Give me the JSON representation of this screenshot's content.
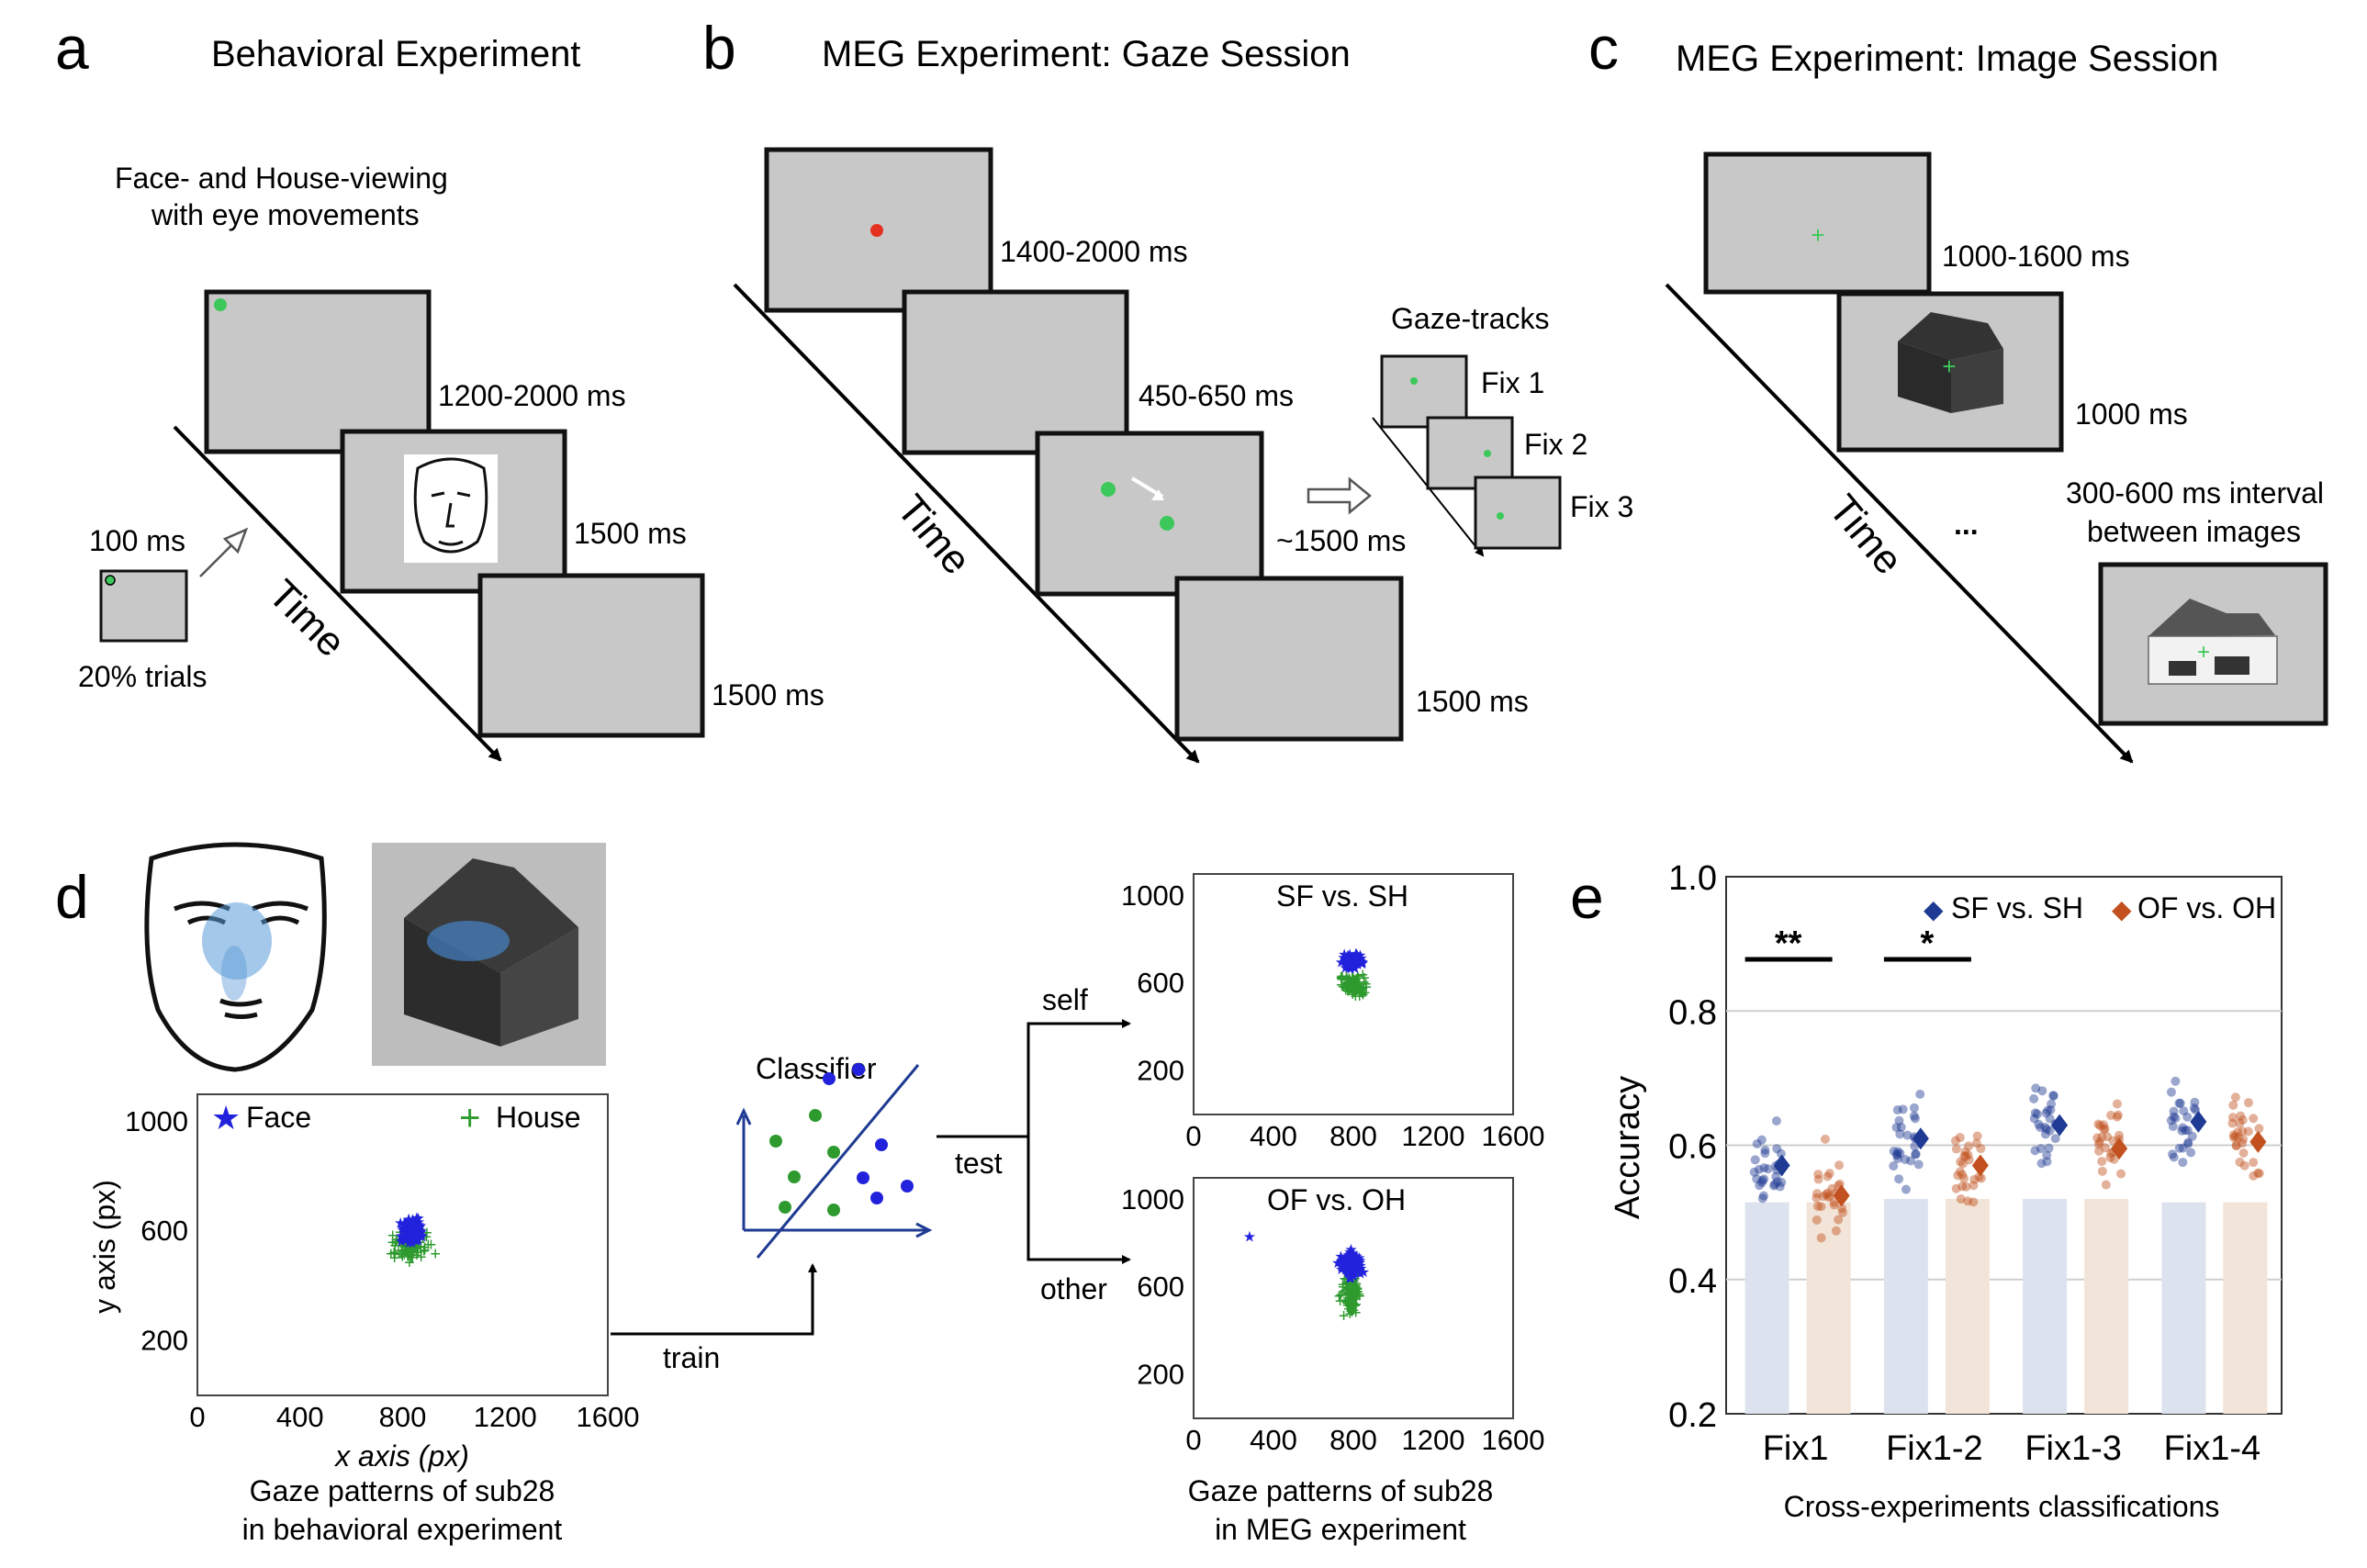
{
  "panels": {
    "a": {
      "letter": "a",
      "title": "Behavioral Experiment",
      "desc_line1": "Face- and House-viewing",
      "desc_line2": "with eye movements",
      "t1": "1200-2000 ms",
      "t2": "1500 ms",
      "t3": "1500 ms",
      "probe_time": "100 ms",
      "probe_trials": "20% trials",
      "time_label": "Time"
    },
    "b": {
      "letter": "b",
      "title": "MEG Experiment: Gaze Session",
      "t1": "1400-2000 ms",
      "t2": "450-650 ms",
      "t3": "~1500 ms",
      "t4": "1500 ms",
      "time_label": "Time",
      "gaze_tracks_label": "Gaze-tracks",
      "fix1": "Fix 1",
      "fix2": "Fix 2",
      "fix3": "Fix 3"
    },
    "c": {
      "letter": "c",
      "title": "MEG Experiment: Image Session",
      "t1": "1000-1600 ms",
      "t2": "1000 ms",
      "interval_line1": "300-600 ms interval",
      "interval_line2": "between images",
      "ellipsis": "...",
      "time_label": "Time"
    },
    "d": {
      "letter": "d",
      "legend_face": "Face",
      "legend_house": "House",
      "xlabel": "x axis (px)",
      "ylabel": "y axis (px)",
      "caption_behav_line1": "Gaze patterns of sub28",
      "caption_behav_line2": "in behavioral experiment",
      "caption_meg_line1": "Gaze patterns of sub28",
      "caption_meg_line2": "in MEG experiment",
      "classifier_label": "Classifier",
      "train_label": "train",
      "test_label": "test",
      "self_label": "self",
      "other_label": "other",
      "plot_self_title": "SF vs. SH",
      "plot_other_title": "OF vs. OH",
      "x_ticks": [
        "0",
        "400",
        "800",
        "1200",
        "1600"
      ],
      "y_ticks": [
        "1000",
        "600",
        "200"
      ]
    },
    "e": {
      "letter": "e",
      "ylabel": "Accuracy",
      "xlabel": "Cross-experiments classifications",
      "legend_self": "SF vs. SH",
      "legend_other": "OF vs. OH",
      "sig1": "**",
      "sig2": "*"
    }
  },
  "colors": {
    "self_series": "#1f3a93",
    "other_series": "#c2511f",
    "face_marker": "#2222dd",
    "house_marker": "#2e9a2e",
    "fixation_green": "#3cc85a",
    "fixation_red": "#e53020",
    "screen_gray": "#c8c8c8"
  },
  "chart_data": {
    "type": "bar",
    "categories": [
      "Fix1",
      "Fix1-2",
      "Fix1-3",
      "Fix1-4"
    ],
    "series": [
      {
        "name": "SF vs. SH",
        "values": [
          0.57,
          0.61,
          0.63,
          0.635
        ],
        "bar_values": [
          0.515,
          0.52,
          0.52,
          0.515
        ]
      },
      {
        "name": "OF vs. OH",
        "values": [
          0.525,
          0.57,
          0.595,
          0.605
        ],
        "bar_values": [
          0.515,
          0.52,
          0.52,
          0.515
        ]
      }
    ],
    "ylim": [
      0.2,
      1.0
    ],
    "yticks": [
      0.2,
      0.4,
      0.6,
      0.8,
      1.0
    ],
    "ytick_labels": [
      "0.2",
      "0.4",
      "0.6",
      "0.8",
      "1.0"
    ],
    "gridlines": [
      0.4,
      0.6,
      0.8
    ],
    "significance": [
      {
        "category": "Fix1",
        "label": "**"
      },
      {
        "category": "Fix1-2",
        "label": "*"
      }
    ],
    "legend_position": "top-right"
  }
}
